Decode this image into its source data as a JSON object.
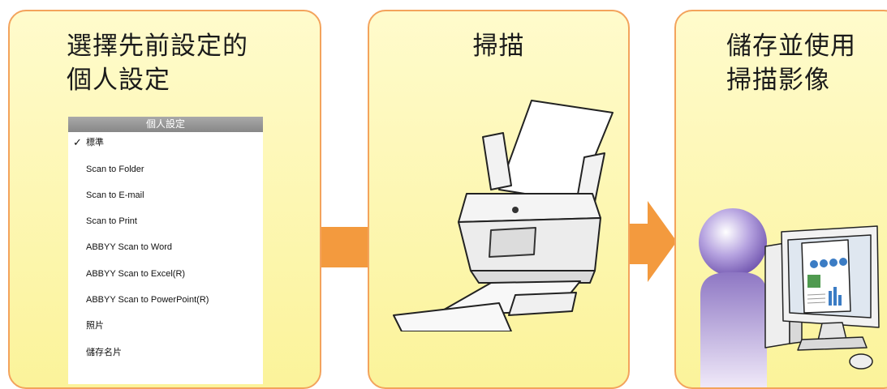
{
  "colors": {
    "panel_border": "#f3a35c",
    "panel_fill": "#fbf39a",
    "arrow": "#f39a3e",
    "person": "#8e77c4"
  },
  "steps": [
    {
      "title_line1": "選擇先前設定的",
      "title_line2": "個人設定"
    },
    {
      "title_line1": "掃描",
      "title_line2": ""
    },
    {
      "title_line1": "儲存並使用",
      "title_line2": "掃描影像"
    }
  ],
  "profile_menu": {
    "header": "個人設定",
    "checkmark": "✓",
    "items": [
      "標準",
      "Scan to Folder",
      "Scan to E-mail",
      "Scan to Print",
      "ABBYY Scan to Word",
      "ABBYY Scan to Excel(R)",
      "ABBYY Scan to PowerPoint(R)",
      "照片",
      "儲存名片"
    ]
  }
}
